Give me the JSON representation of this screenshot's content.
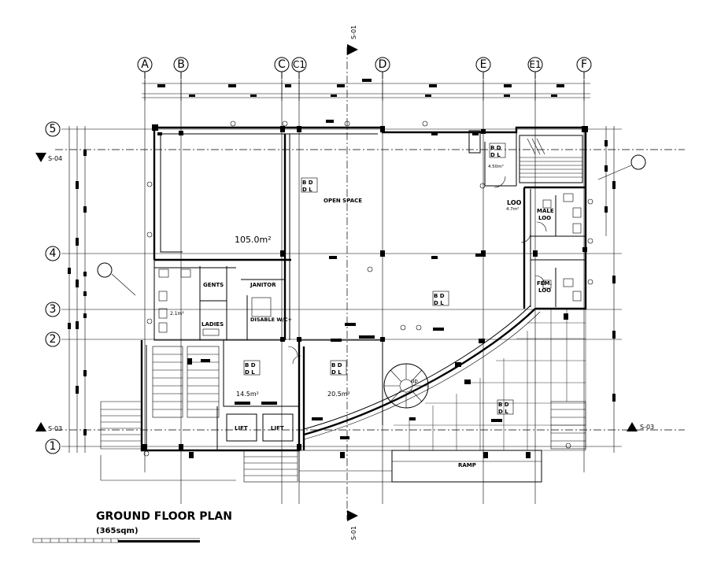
{
  "drawing": {
    "title": "GROUND FLOOR PLAN",
    "subtitle": "(365sqm)"
  },
  "grid": {
    "columns": [
      "A",
      "B",
      "C",
      "C1",
      "D",
      "E",
      "E1",
      "F"
    ],
    "rows": [
      "5",
      "4",
      "3",
      "2",
      "1"
    ]
  },
  "sections": {
    "top": "S-01",
    "bottom": "S-01",
    "left_upper": "S-04",
    "left_lower": "S-03",
    "right_lower": "S-03"
  },
  "rooms": {
    "open_space": "OPEN  SPACE",
    "open_space_area": "105.0m²",
    "gents": "GENTS",
    "janitor": "JANITOR",
    "ladies": "LADIES",
    "disable_wc": "DISABLE W/C+",
    "lift_1": "LIFT",
    "lift_2": "LIFT",
    "room_a_area": "14.5m²",
    "room_b_area": "20.5m²",
    "loo": "LOO",
    "loo_area": "4.7m²",
    "small_area": "4.50m²",
    "male_loo_1": "MALE",
    "male_loo_2": "LOO",
    "fem_loo_1": "FEM.",
    "fem_loo_2": "LOO",
    "ramp": "RAMP",
    "stair_up": "up",
    "ladies_area": "2.1m²"
  },
  "tags": {
    "bd": "B D",
    "dl": "D L"
  },
  "scale_bar": {
    "ticks": 11
  }
}
